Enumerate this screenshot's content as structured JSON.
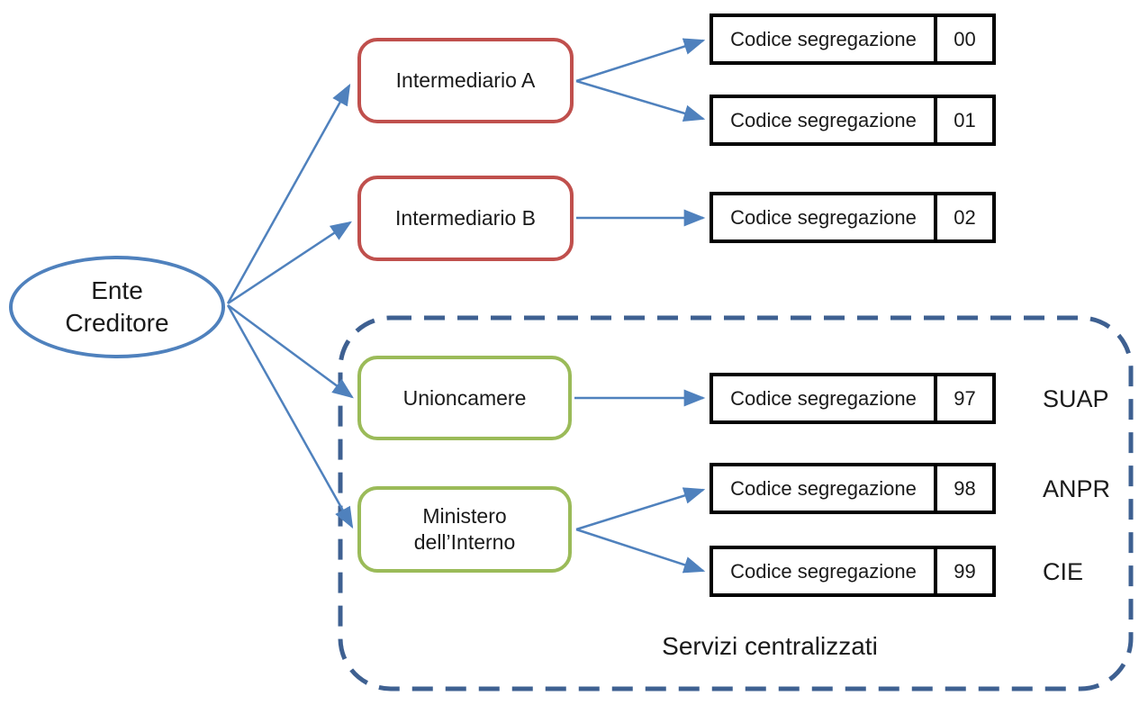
{
  "diagram": {
    "nodes": {
      "ente_creditore": "Ente\nCreditore",
      "intermediario_a": "Intermediario A",
      "intermediario_b": "Intermediario B",
      "unioncamere": "Unioncamere",
      "ministero_dell_interno": "Ministero\ndell’Interno"
    },
    "container": {
      "label": "Servizi centralizzati"
    },
    "segregation": {
      "label": "Codice segregazione",
      "rows": [
        {
          "code": "00",
          "service": ""
        },
        {
          "code": "01",
          "service": ""
        },
        {
          "code": "02",
          "service": ""
        },
        {
          "code": "97",
          "service": "SUAP"
        },
        {
          "code": "98",
          "service": "ANPR"
        },
        {
          "code": "99",
          "service": "CIE"
        }
      ]
    },
    "edges": [
      {
        "from": "ente_creditore",
        "to": "intermediario_a"
      },
      {
        "from": "ente_creditore",
        "to": "intermediario_b"
      },
      {
        "from": "ente_creditore",
        "to": "unioncamere"
      },
      {
        "from": "ente_creditore",
        "to": "ministero_dell_interno"
      },
      {
        "from": "intermediario_a",
        "to": "codice_00"
      },
      {
        "from": "intermediario_a",
        "to": "codice_01"
      },
      {
        "from": "intermediario_b",
        "to": "codice_02"
      },
      {
        "from": "unioncamere",
        "to": "codice_97"
      },
      {
        "from": "ministero_dell_interno",
        "to": "codice_98"
      },
      {
        "from": "ministero_dell_interno",
        "to": "codice_99"
      }
    ],
    "colors": {
      "arrow_blue": "#4F81BD",
      "node_red_border": "#C0504D",
      "node_green_border": "#9BBB59",
      "container_dash_blue": "#3E6091",
      "box_border_black": "#000000",
      "text": "#1a1a1a",
      "background": "#ffffff"
    }
  }
}
